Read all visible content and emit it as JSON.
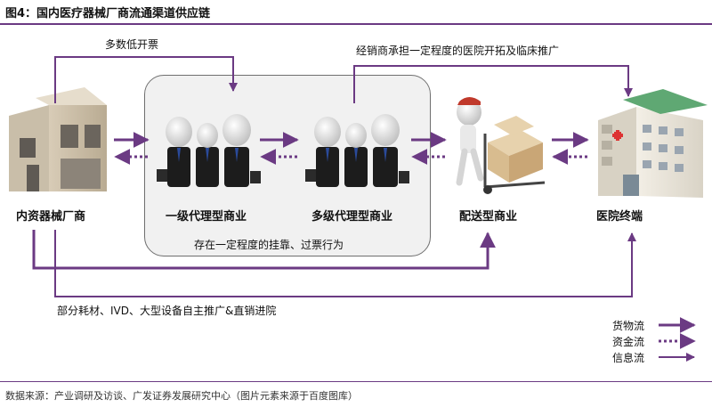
{
  "title": "图4：国内医疗器械厂商流通渠道供应链",
  "nodes": {
    "manufacturer": "内资器械厂商",
    "first_agent": "一级代理型商业",
    "multi_agent": "多级代理型商业",
    "distributor": "配送型商业",
    "hospital": "医院终端"
  },
  "annotations": {
    "top_left": "多数低开票",
    "top_right": "经销商承担一定程度的医院开拓及临床推广",
    "box_note": "存在一定程度的挂靠、过票行为",
    "bottom": "部分耗材、IVD、大型设备自主推广&直销进院"
  },
  "legend": [
    {
      "label": "货物流",
      "style": "solid"
    },
    {
      "label": "资金流",
      "style": "dotted"
    },
    {
      "label": "信息流",
      "style": "thin"
    }
  ],
  "footer": "数据来源：产业调研及访谈、广发证券发展研究中心（图片元素来源于百度图库）",
  "colors": {
    "accent": "#6b3a83"
  }
}
